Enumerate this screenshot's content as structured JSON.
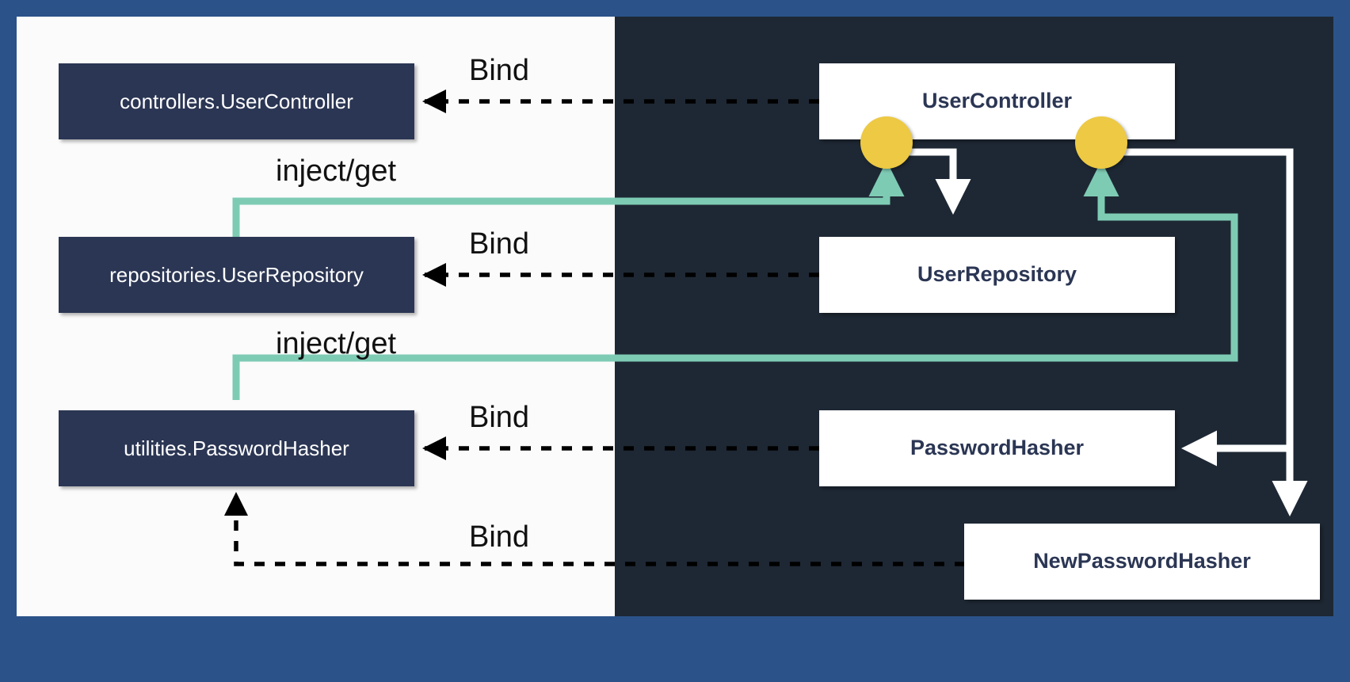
{
  "diagram": {
    "title": "Dependency injection binding diagram",
    "colors": {
      "outer_border": "#2b5289",
      "left_panel_bg": "#fbfbfb",
      "right_panel_bg": "#1e2834",
      "interface_box": "#2b3654",
      "implementation_box": "#ffffff",
      "inject_edge": "#7ecbb4",
      "bind_edge": "#000000",
      "container_edge": "#ffffff",
      "port_marker": "#edc944"
    },
    "left_panel": {
      "name": "interfaces-panel",
      "nodes": [
        {
          "id": "controllers-usercontroller",
          "label": "controllers.UserController"
        },
        {
          "id": "repositories-userrepository",
          "label": "repositories.UserRepository"
        },
        {
          "id": "utilities-passwordhasher",
          "label": "utilities.PasswordHasher"
        }
      ]
    },
    "right_panel": {
      "name": "implementations-panel",
      "nodes": [
        {
          "id": "usercontroller",
          "label": "UserController"
        },
        {
          "id": "userrepository",
          "label": "UserRepository"
        },
        {
          "id": "passwordhasher",
          "label": "PasswordHasher"
        },
        {
          "id": "newpasswordhasher",
          "label": "NewPasswordHasher"
        }
      ]
    },
    "edge_labels": {
      "bind_1": "Bind",
      "inject_1": "inject/get",
      "bind_2": "Bind",
      "inject_2": "inject/get",
      "bind_3": "Bind",
      "bind_4": "Bind"
    },
    "edges": [
      {
        "id": "bind-usercontroller",
        "label": "Bind",
        "from": "UserController",
        "to": "controllers.UserController",
        "style": "dashed"
      },
      {
        "id": "bind-userrepository",
        "label": "Bind",
        "from": "UserRepository",
        "to": "repositories.UserRepository",
        "style": "dashed"
      },
      {
        "id": "bind-passwordhasher",
        "label": "Bind",
        "from": "PasswordHasher",
        "to": "utilities.PasswordHasher",
        "style": "dashed"
      },
      {
        "id": "bind-newpasswordhasher",
        "label": "Bind",
        "from": "NewPasswordHasher",
        "to": "utilities.PasswordHasher",
        "style": "dashed"
      },
      {
        "id": "inject-userrepository",
        "label": "inject/get",
        "from": "repositories.UserRepository",
        "to": "UserController port 1",
        "style": "solid-green"
      },
      {
        "id": "inject-passwordhasher",
        "label": "inject/get",
        "from": "utilities.PasswordHasher",
        "to": "UserController port 2",
        "style": "solid-green"
      },
      {
        "id": "resolve-userrepository",
        "label": "",
        "from": "UserController port 1",
        "to": "UserRepository",
        "style": "solid-white"
      },
      {
        "id": "resolve-passwordhasher",
        "label": "",
        "from": "UserController port 2",
        "to": "PasswordHasher",
        "style": "solid-white"
      },
      {
        "id": "resolve-newpasswordhasher",
        "label": "",
        "from": "UserController port 2",
        "to": "NewPasswordHasher",
        "style": "solid-white"
      }
    ],
    "ports": [
      {
        "id": "port-userrepository",
        "name": "injection-port-1"
      },
      {
        "id": "port-passwordhasher",
        "name": "injection-port-2"
      }
    ]
  }
}
